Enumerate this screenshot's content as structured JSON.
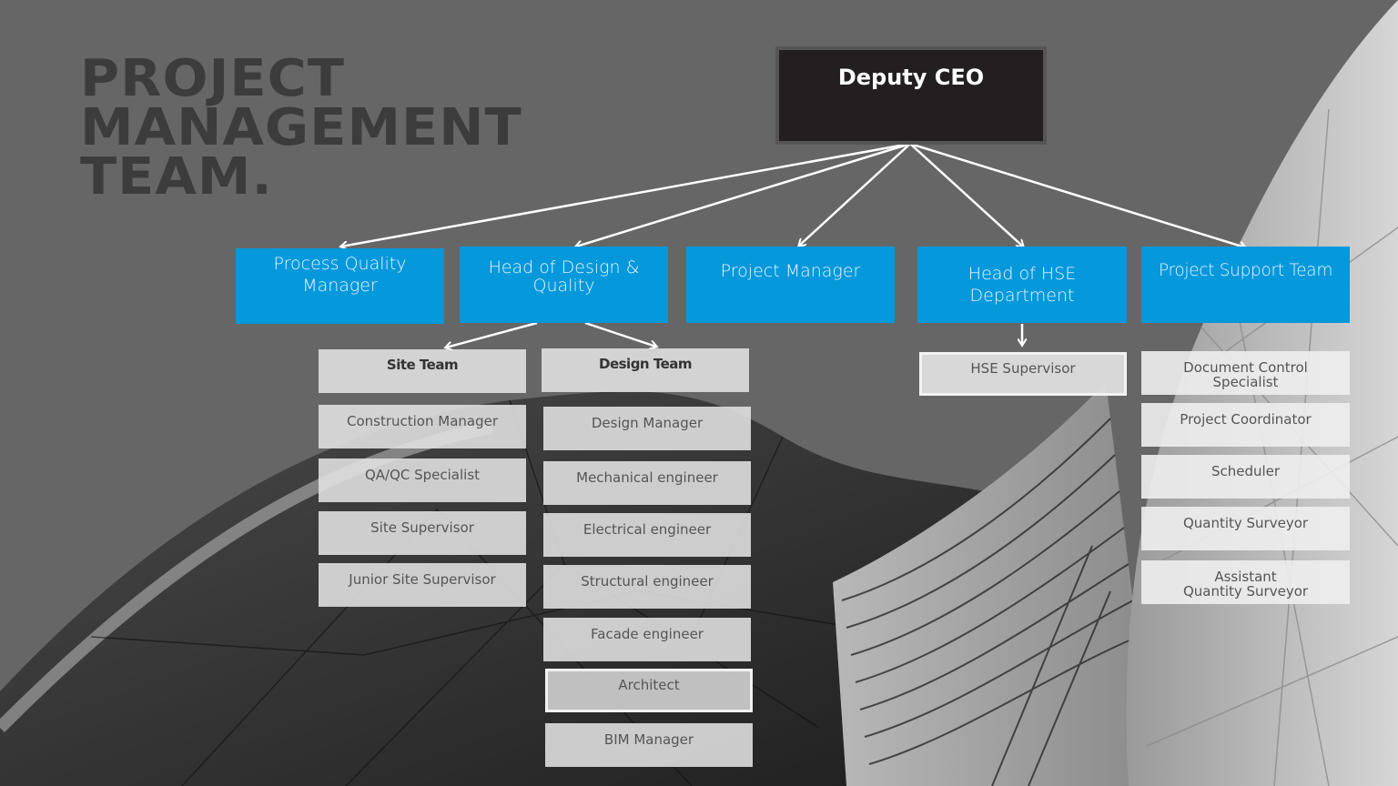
{
  "title": {
    "line1": "PROJECT",
    "line2": "MANAGEMENT",
    "line3": "TEAM."
  },
  "colors": {
    "background": "#666666",
    "accent_blue": "#0598db",
    "ceo_box": "#231f20",
    "title_text": "#3c3c3c",
    "member_box": "#e2e2e2"
  },
  "root": {
    "label": "Deputy CEO"
  },
  "departments": [
    {
      "label": "Process Quality Manager"
    },
    {
      "label": "Head of Design & Quality"
    },
    {
      "label": "Project Manager"
    },
    {
      "label": "Head of HSE Department"
    },
    {
      "label": "Project Support Team"
    }
  ],
  "site_team": {
    "header": "Site Team",
    "members": [
      "Construction Manager",
      "QA/QC Specialist",
      "Site Supervisor",
      "Junior Site Supervisor"
    ]
  },
  "design_team": {
    "header": "Design Team",
    "members": [
      "Design Manager",
      "Mechanical engineer",
      "Electrical engineer",
      "Structural engineer",
      "Facade engineer",
      "Architect",
      "BIM Manager"
    ]
  },
  "hse_team": {
    "members": [
      "HSE Supervisor"
    ]
  },
  "support_team": {
    "members": [
      "Document Control\nSpecialist",
      "Project Coordinator",
      "Scheduler",
      "Quantity Surveyor",
      "Assistant\nQuantity Surveyor"
    ]
  }
}
